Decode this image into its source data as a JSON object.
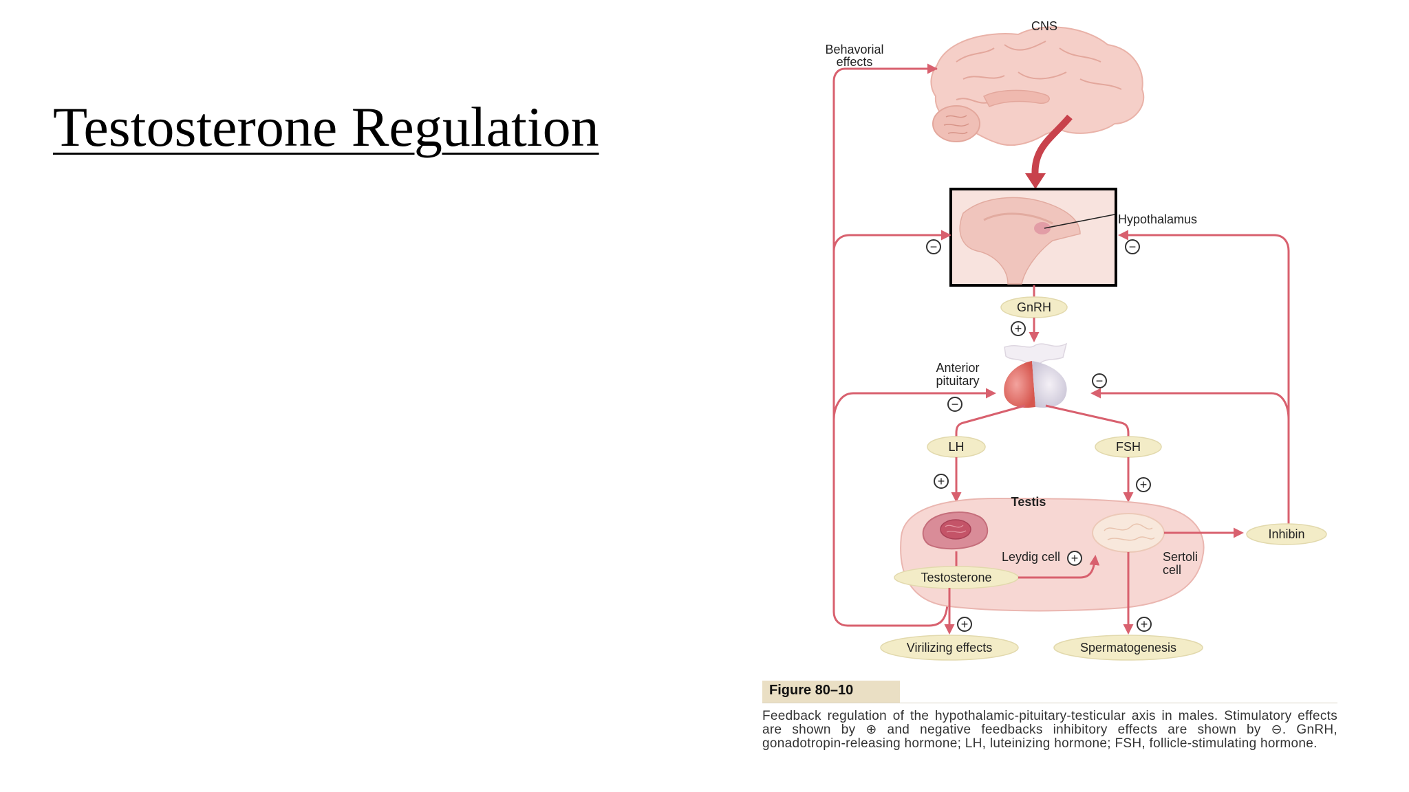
{
  "slide": {
    "title": "Testosterone Regulation"
  },
  "diagram": {
    "labels": {
      "cns": "CNS",
      "behavioral": [
        "Behavorial",
        "effects"
      ],
      "hypothalamus": "Hypothalamus",
      "gnrh": "GnRH",
      "anterior_pituitary": [
        "Anterior",
        "pituitary"
      ],
      "lh": "LH",
      "fsh": "FSH",
      "testis": "Testis",
      "leydig": "Leydig cell",
      "sertoli": [
        "Sertoli",
        "cell"
      ],
      "testosterone": "Testosterone",
      "inhibin": "Inhibin",
      "virilizing": "Virilizing effects",
      "spermatogenesis": "Spermatogenesis"
    },
    "signs": {
      "plus": "+",
      "minus": "−"
    },
    "colors": {
      "pathway": "#d8606e",
      "pill": "#f3ecc7",
      "testis": "#f7d7d3",
      "brain": "#f2c4bd"
    }
  },
  "caption": {
    "figure_label": "Figure 80–10",
    "text": "Feedback regulation of the hypothalamic-pituitary-testicular axis in males. Stimulatory effects are shown by ⊕ and negative feedbacks inhibitory effects are shown by ⊖. GnRH, gonadotropin-releasing hormone; LH, luteinizing hormone; FSH, follicle-stimulating hormone."
  }
}
